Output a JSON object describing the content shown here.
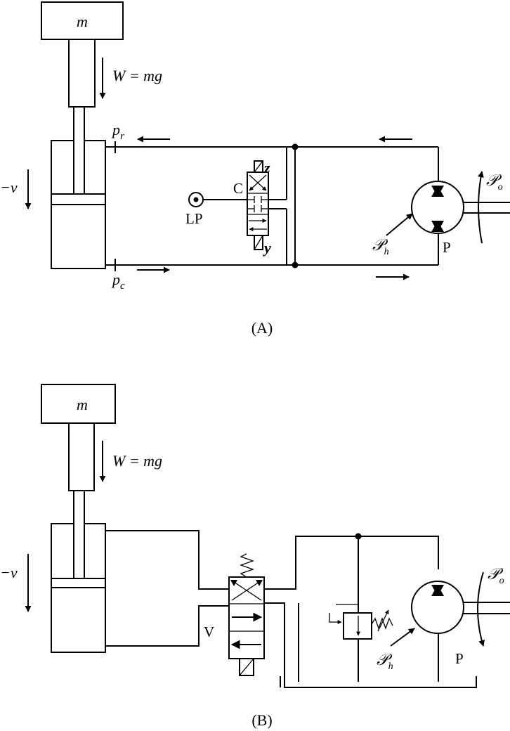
{
  "panel_a": {
    "caption": "(A)",
    "mass": "m",
    "weight": "W = mg",
    "velocity": "−v",
    "p_r": {
      "base": "p",
      "sub": "r"
    },
    "p_c": {
      "base": "p",
      "sub": "c"
    },
    "valve": "C",
    "z": "z",
    "y": "y",
    "lp": "LP",
    "pump": "P",
    "p_h": {
      "base": "𝒫",
      "sub": "h"
    },
    "p_o": {
      "base": "𝒫",
      "sub": "o"
    }
  },
  "panel_b": {
    "caption": "(B)",
    "mass": "m",
    "weight": "W = mg",
    "velocity": "−v",
    "valve": "V",
    "pump": "P",
    "p_h": {
      "base": "𝒫",
      "sub": "h"
    },
    "p_o": {
      "base": "𝒫",
      "sub": "o"
    }
  }
}
